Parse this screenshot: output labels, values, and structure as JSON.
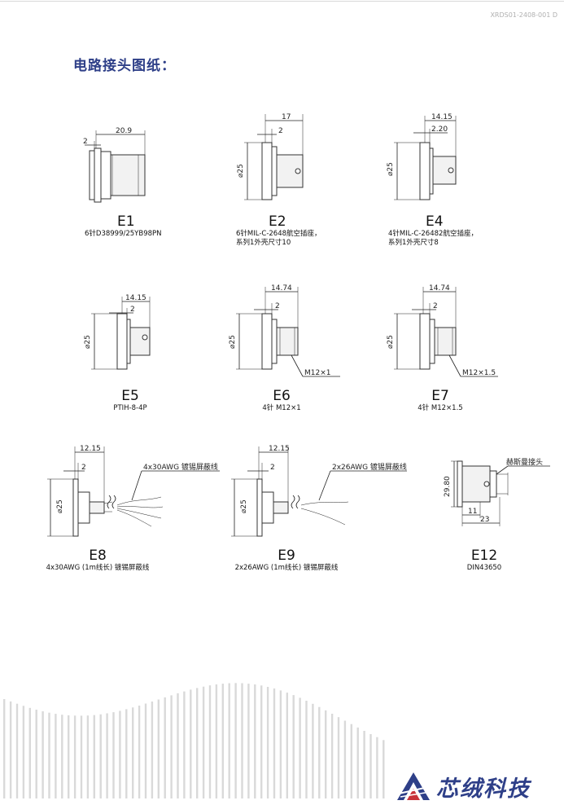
{
  "header": {
    "doc_code": "XRDS01-2408-001 D"
  },
  "section": {
    "title": "电路接头图纸："
  },
  "connectors": [
    {
      "code": "E1",
      "desc": "6针D38999/25YB98PN",
      "dims": [
        "20.9",
        "2"
      ]
    },
    {
      "code": "E2",
      "desc": "6针MIL-C-2648航空插座，",
      "desc2": "系列1外壳尺寸10",
      "dims": [
        "17",
        "2",
        "⌀25"
      ]
    },
    {
      "code": "E4",
      "desc": "4针MIL-C-26482航空插座，",
      "desc2": "系列1外壳尺寸8",
      "dims": [
        "14.15",
        "2.20",
        "⌀25"
      ]
    },
    {
      "code": "E5",
      "desc": "PTIH-8-4P",
      "dims": [
        "14.15",
        "2",
        "⌀25"
      ]
    },
    {
      "code": "E6",
      "desc": "4针 M12×1",
      "dims": [
        "14.74",
        "2",
        "⌀25",
        "M12×1"
      ]
    },
    {
      "code": "E7",
      "desc": "4针 M12×1.5",
      "dims": [
        "14.74",
        "2",
        "⌀25",
        "M12×1.5"
      ]
    },
    {
      "code": "E8",
      "desc": "4x30AWG (1m线长) 镀锡屏蔽线",
      "dims": [
        "12.15",
        "2",
        "⌀25",
        "4x30AWG 镀锡屏蔽线"
      ]
    },
    {
      "code": "E9",
      "desc": "2x26AWG (1m线长) 镀锡屏蔽线",
      "dims": [
        "12.15",
        "2",
        "⌀25",
        "2x26AWG 镀锡屏蔽线"
      ]
    },
    {
      "code": "E12",
      "desc": "DIN43650",
      "dims": [
        "29.80",
        "11",
        "23",
        "赫斯曼接头"
      ]
    }
  ],
  "brand": {
    "name": "芯绒科技"
  },
  "colors": {
    "title": "#2e3f88",
    "brand": "#2e3f88",
    "wave": "#d9d9d9"
  }
}
